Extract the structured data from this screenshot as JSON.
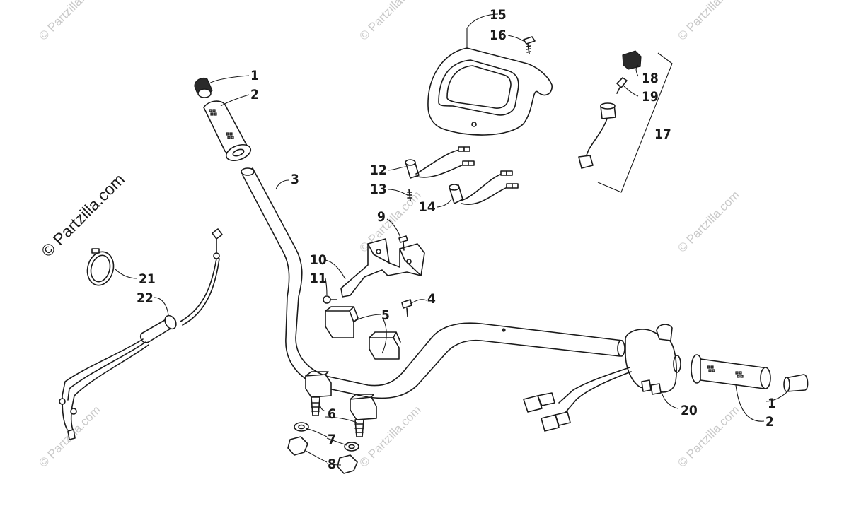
{
  "watermark": {
    "main": "© Partzilla.com",
    "repeat": "© Partzilla.com"
  },
  "callouts": {
    "c1a": "1",
    "c2a": "2",
    "c3": "3",
    "c4": "4",
    "c5": "5",
    "c6": "6",
    "c7": "7",
    "c8": "8",
    "c9": "9",
    "c10": "10",
    "c11": "11",
    "c12": "12",
    "c13": "13",
    "c14": "14",
    "c15": "15",
    "c16": "16",
    "c17": "17",
    "c18": "18",
    "c19": "19",
    "c20": "20",
    "c1b": "1",
    "c2b": "2",
    "c21": "21",
    "c22": "22"
  }
}
